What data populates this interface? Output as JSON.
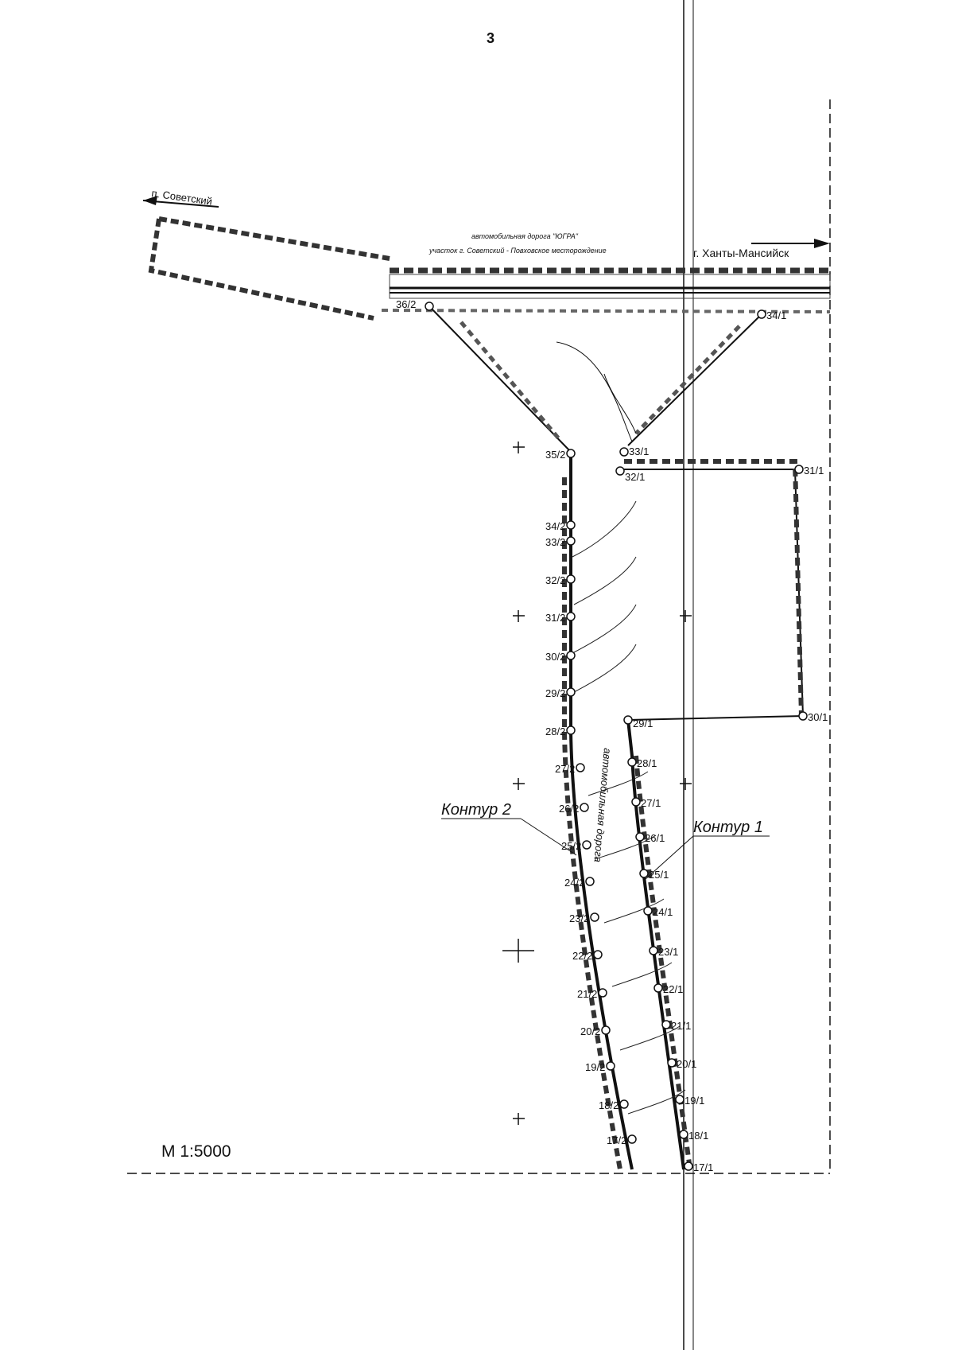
{
  "page_number": "3",
  "scale": "М 1:5000",
  "labels": {
    "settlement_left": "п. Советский",
    "city_right": "г. Ханты-Мансийск",
    "road_line1": "автомобильная дорога \"ЮГРА\"",
    "road_line2": "участок г. Советский - Повховское месторождение",
    "contour_2": "Контур 2",
    "contour_1": "Контур 1",
    "vertical_road": "автомобильная дорога"
  },
  "contour_2_points": [
    "36/2",
    "35/2",
    "34/2",
    "33/2",
    "32/2",
    "31/2",
    "30/2",
    "29/2",
    "28/2",
    "27/2",
    "26/2",
    "25/2",
    "24/2",
    "23/2",
    "22/2",
    "21/2",
    "20/2",
    "19/2",
    "18/2",
    "17/2"
  ],
  "contour_1_points": [
    "34/1",
    "33/1",
    "32/1",
    "31/1",
    "30/1",
    "29/1",
    "28/1",
    "27/1",
    "26/1",
    "25/1",
    "24/1",
    "23/1",
    "22/1",
    "21/1",
    "20/1",
    "19/1",
    "18/1",
    "17/1"
  ],
  "colors": {
    "ink": "#111111",
    "paper": "#ffffff",
    "hatch": "#333333"
  }
}
